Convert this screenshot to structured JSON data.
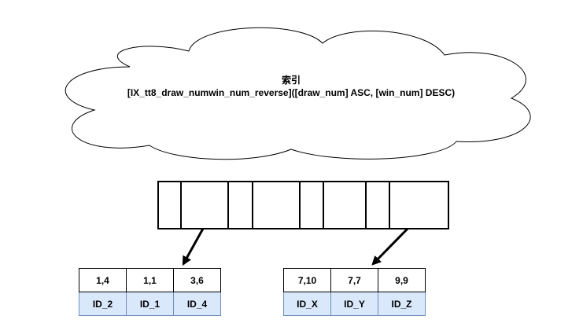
{
  "index_cloud": {
    "line1": "索引",
    "line2": "[IX_tt8_draw_numwin_num_reverse]([draw_num] ASC, [win_num] DESC)"
  },
  "leaf_pages": [
    {
      "keys": [
        "1,4",
        "1,1",
        "3,6"
      ],
      "ids": [
        "ID_2",
        "ID_1",
        "ID_4"
      ]
    },
    {
      "keys": [
        "7,10",
        "7,7",
        "9,9"
      ],
      "ids": [
        "ID_X",
        "ID_Y",
        "ID_Z"
      ]
    }
  ],
  "colors": {
    "id_cell_fill": "#dae8fc",
    "id_cell_border": "#6c8ebf",
    "stroke": "#000000"
  }
}
